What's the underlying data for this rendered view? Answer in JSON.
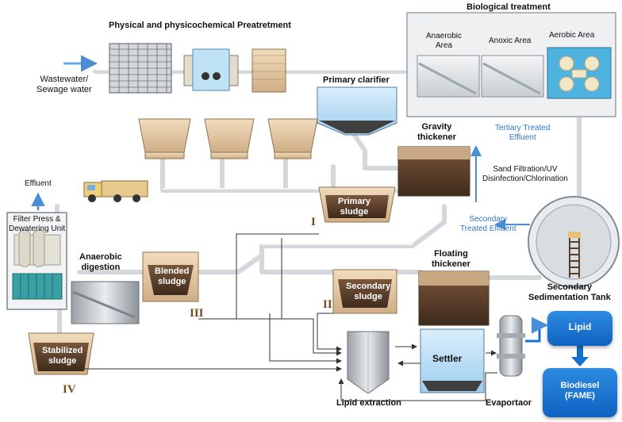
{
  "labels": {
    "pretreatment": "Physical and physicochemical Preatretment",
    "biological_treatment": "Biological treatment",
    "anaerobic_area": "Anaerobic\nArea",
    "anoxic_area": "Anoxic Area",
    "aerobic_area": "Aerobic Area",
    "primary_clarifier": "Primary clarifier",
    "wastewater": "Wastewater/\nSewage water",
    "gravity_thickener": "Gravity\nthickener",
    "tertiary_effluent": "Tertiary Treated\nEffluent",
    "sand_filtration": "Sand Filtration/UV\nDisinfection/Chlorination",
    "secondary_effluent": "Secondary\nTreated Effluent",
    "effluent": "Effluent",
    "filter_press": "Filter Press &\nDewatering Unit",
    "primary_sludge": "Primary\nsludge",
    "anaerobic_digestion": "Anaerobic\ndigestion",
    "blended_sludge": "Blended\nsludge",
    "floating_thickener": "Floating\nthickener",
    "secondary_sludge": "Secondary\nsludge",
    "secondary_sedimentation": "Secondary\nSedimentation Tank",
    "stabilized_sludge": "Stabilized\nsludge",
    "lipid_extraction": "Lipid extraction",
    "settler": "Settler",
    "evaporator": "Evaportaor",
    "lipid": "Lipid",
    "biodiesel": "Biodiesel\n(FAME)",
    "roman_1": "I",
    "roman_2": "II",
    "roman_3": "III",
    "roman_4": "IV"
  },
  "colors": {
    "pipe": "#d9dde2",
    "sludge_dark": "#5c3f2b",
    "sludge_light": "#c8a882",
    "tank_tan": "#e8cfa8",
    "water_blue": "#bfe0f5",
    "accent_blue": "#2f78c8",
    "button_blue": "#1570d0"
  }
}
